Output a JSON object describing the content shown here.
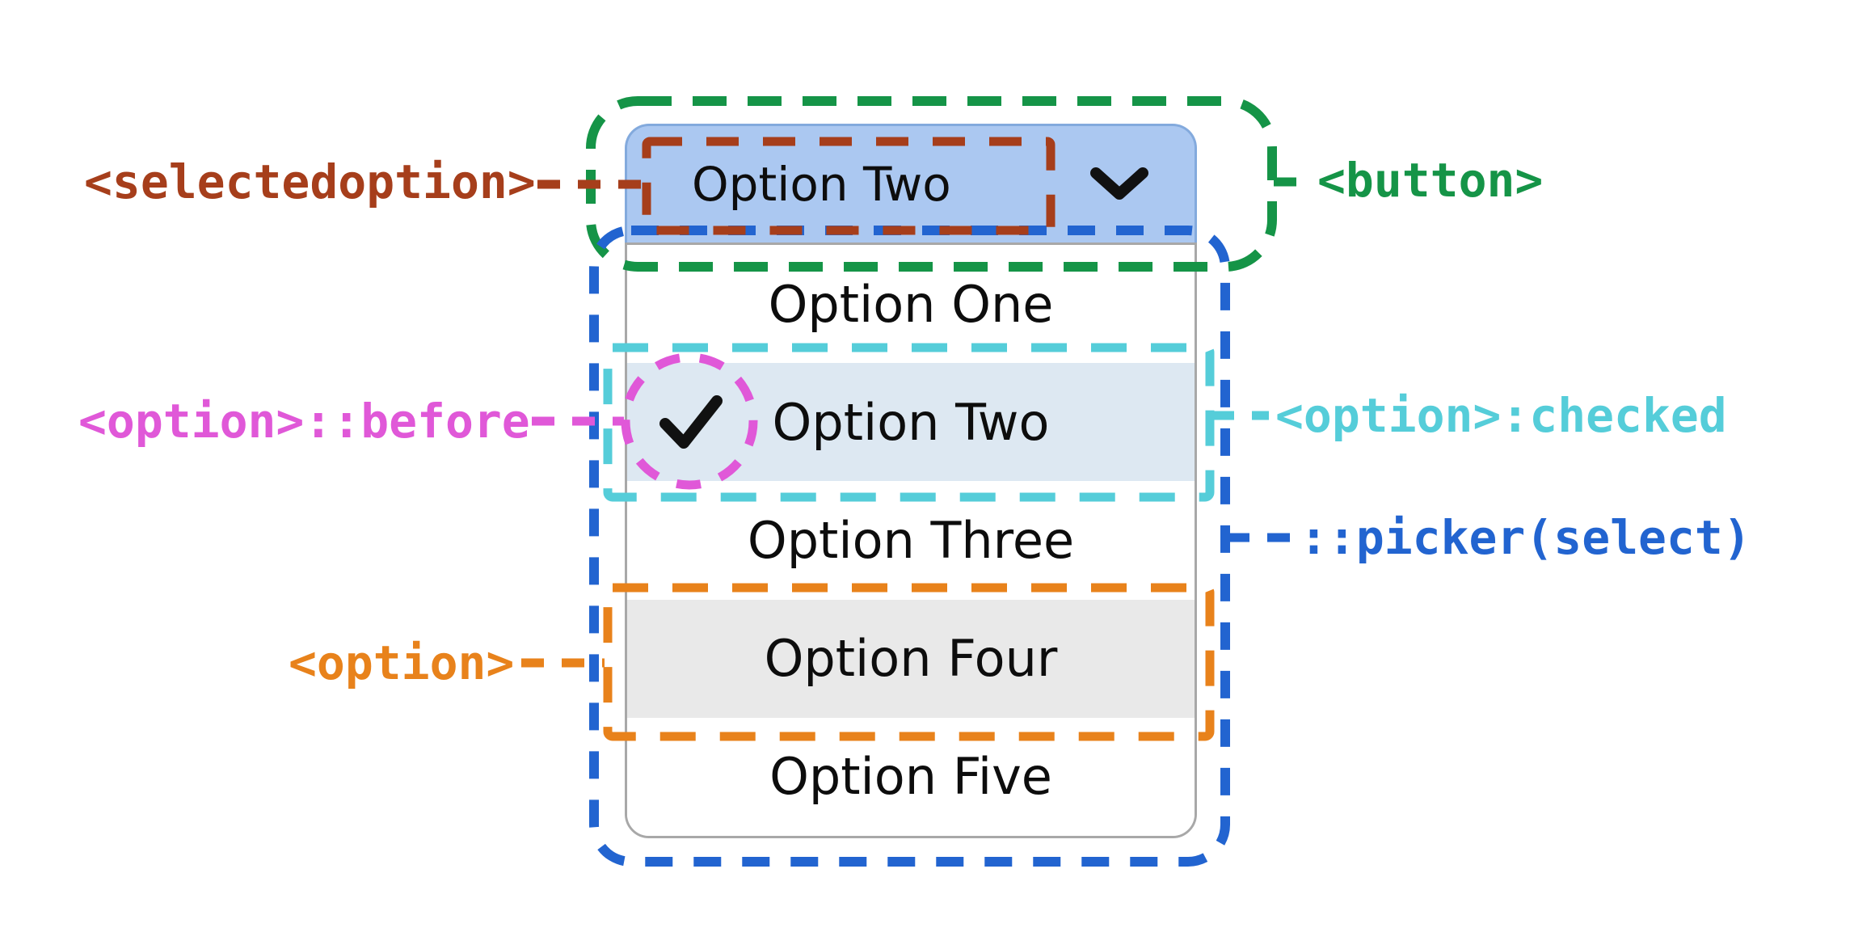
{
  "select": {
    "button_value": "Option Two",
    "chevron_icon": "chevron-down",
    "options": [
      {
        "label": "Option One",
        "state": "normal"
      },
      {
        "label": "Option Two",
        "state": "checked",
        "check_icon": "checkmark"
      },
      {
        "label": "Option Three",
        "state": "normal"
      },
      {
        "label": "Option Four",
        "state": "hover"
      },
      {
        "label": "Option Five",
        "state": "normal"
      }
    ]
  },
  "annotations": {
    "selectedoption": {
      "label": "<selectedoption>",
      "color": "#a63e1b"
    },
    "button": {
      "label": "<button>",
      "color": "#159447"
    },
    "option_before": {
      "label": "<option>::before",
      "color": "#e058d8"
    },
    "option_checked": {
      "label": "<option>:checked",
      "color": "#55cdd9"
    },
    "picker": {
      "label": "::picker(select)",
      "color": "#2264d0"
    },
    "option": {
      "label": "<option>",
      "color": "#e8821b"
    }
  },
  "colors": {
    "button_fill": "#abc8f1",
    "button_border": "#83aadd",
    "checked_row_bg": "#dde8f2",
    "hover_row_bg": "#e9e9e9",
    "picker_border": "#a8a8a8",
    "text": "#0d0d0d"
  }
}
